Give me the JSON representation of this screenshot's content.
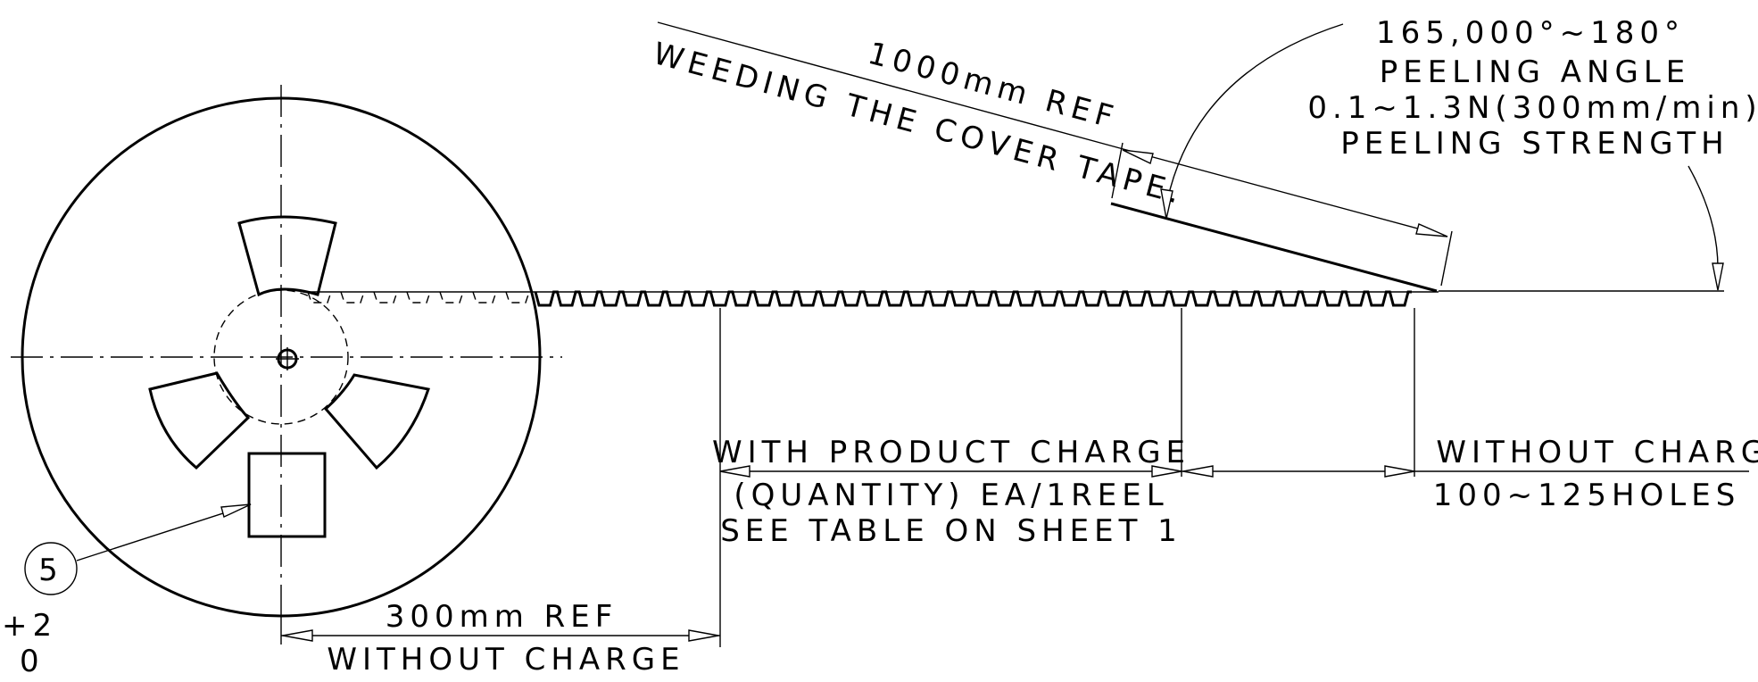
{
  "labels": {
    "angle_value": "165,000°~180°",
    "peeling_angle": "PEELING ANGLE",
    "peel_force": "0.1~1.3N(300mm/min)",
    "peeling_strength": "PEELING STRENGTH",
    "leader_ref": "1000mm REF",
    "weeding": "WEEDING THE COVER TAPE.",
    "with_product": "WITH PRODUCT CHARGE",
    "quantity": "(QUANTITY) EA/1REEL",
    "see_table": "SEE TABLE ON SHEET 1",
    "without_charge_right": "WITHOUT CHARGE",
    "holes": "100~125HOLES",
    "ref_300": "300mm REF",
    "without_charge_bottom": "WITHOUT CHARGE",
    "balloon": "5",
    "tol_plus": "+2",
    "tol_zero": "0"
  }
}
